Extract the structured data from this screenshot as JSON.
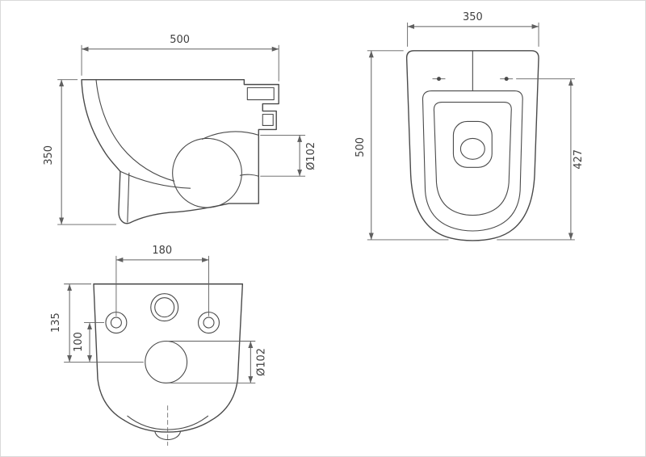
{
  "colors": {
    "line": "#4a4a4a",
    "dim": "#606060",
    "text": "#3f3f3f",
    "border": "#d9d9d9",
    "background": "#ffffff"
  },
  "views": {
    "side": {
      "dim_depth": "500",
      "dim_height": "350",
      "dim_outlet_diameter": "Ø102"
    },
    "top": {
      "dim_width": "350",
      "dim_depth": "500",
      "dim_holes_to_front": "427"
    },
    "back": {
      "dim_hole_spacing": "180",
      "dim_top_to_drain": "135",
      "dim_holes_to_drain": "100",
      "dim_drain_diameter": "Ø102"
    }
  }
}
